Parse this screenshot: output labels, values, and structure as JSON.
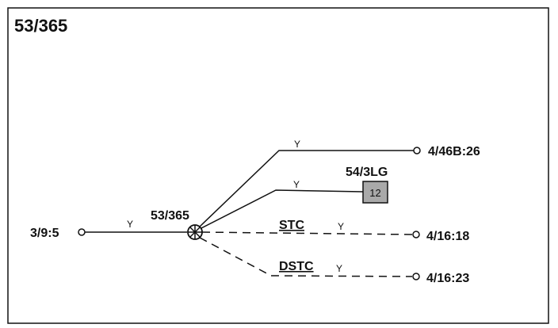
{
  "title": "53/365",
  "splice": {
    "label": "53/365"
  },
  "input": {
    "label": "3/9:5",
    "wire_color": "Y"
  },
  "outputs": [
    {
      "label": "4/46B:26",
      "wire_color": "Y"
    },
    {
      "component": "54/3LG",
      "component_id": "12",
      "wire_color": "Y"
    },
    {
      "label": "4/16:18",
      "circuit": "STC",
      "wire_color": "Y"
    },
    {
      "label": "4/16:23",
      "circuit": "DSTC",
      "wire_color": "Y"
    }
  ]
}
